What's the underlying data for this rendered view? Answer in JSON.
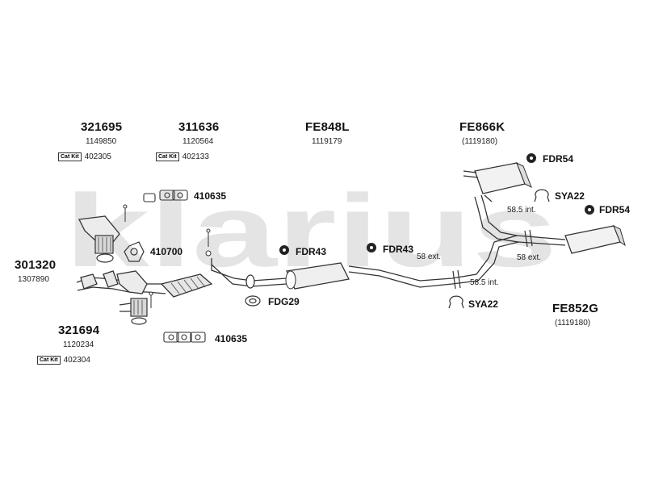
{
  "brand": {
    "watermark": "klarius",
    "color": "#cfcfcf"
  },
  "cat_kit_badge": "Cat Kit",
  "assemblies": [
    {
      "id": "a1",
      "part": "321695",
      "ref": "1149850",
      "cat_kit": "402305"
    },
    {
      "id": "a2",
      "part": "311636",
      "ref": "1120564",
      "cat_kit": "402133"
    },
    {
      "id": "a3",
      "part": "FE848L",
      "ref": "1119179"
    },
    {
      "id": "a4",
      "part": "FE866K",
      "ref": "(1119180)"
    },
    {
      "id": "a5",
      "part": "301320",
      "ref": "1307890"
    },
    {
      "id": "a6",
      "part": "321694",
      "ref": "1120234",
      "cat_kit": "402304"
    },
    {
      "id": "a7",
      "part": "FE852G",
      "ref": "(1119180)"
    }
  ],
  "fittings": [
    {
      "id": "f1",
      "label": "410635",
      "icon": "gasket-pair-icon"
    },
    {
      "id": "f2",
      "label": "410700",
      "icon": "flange-gasket-icon"
    },
    {
      "id": "f3",
      "label": "FDR43",
      "icon": "rubber-hanger-icon"
    },
    {
      "id": "f4",
      "label": "FDR43",
      "icon": "rubber-hanger-icon"
    },
    {
      "id": "f5",
      "label": "FDG29",
      "icon": "ring-gasket-icon"
    },
    {
      "id": "f6",
      "label": "410635",
      "icon": "gasket-pair-icon"
    },
    {
      "id": "f7",
      "label": "FDR54",
      "icon": "rubber-hanger-icon"
    },
    {
      "id": "f8",
      "label": "SYA22",
      "icon": "clamp-icon"
    },
    {
      "id": "f9",
      "label": "FDR54",
      "icon": "rubber-hanger-icon"
    },
    {
      "id": "f10",
      "label": "SYA22",
      "icon": "clamp-icon"
    }
  ],
  "notes": [
    {
      "id": "n1",
      "text": "58.5 int."
    },
    {
      "id": "n2",
      "text": "58 ext."
    },
    {
      "id": "n3",
      "text": "58 ext."
    },
    {
      "id": "n4",
      "text": "58.5 int."
    }
  ]
}
